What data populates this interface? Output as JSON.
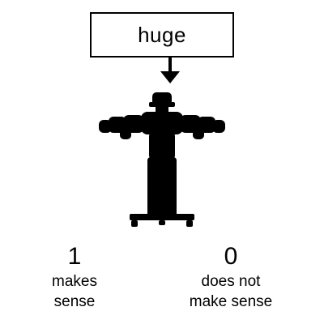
{
  "prompt": {
    "word": "huge"
  },
  "options": [
    {
      "value": "1",
      "label_line1": "makes",
      "label_line2": "sense"
    },
    {
      "value": "0",
      "label_line1": "does not",
      "label_line2": "make sense"
    }
  ],
  "colors": {
    "ink": "#000000",
    "background": "#ffffff"
  },
  "icons": {
    "arrow": "down-arrow-icon",
    "figure": "robot-silhouette-icon"
  }
}
